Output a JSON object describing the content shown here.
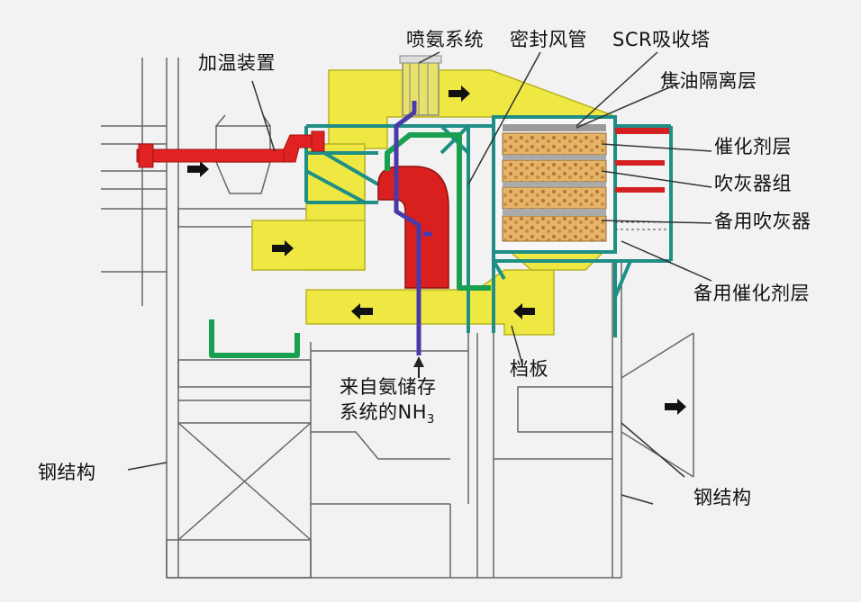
{
  "labels": {
    "heating_device": "加温装置",
    "ammonia_injection": "喷氨系统",
    "seal_air_duct": "密封风管",
    "scr_tower": "SCR吸收塔",
    "coke_oil_layer": "焦油隔离层",
    "catalyst_layer": "催化剂层",
    "soot_blower_group": "吹灰器组",
    "spare_soot_blower": "备用吹灰器",
    "spare_catalyst_layer": "备用催化剂层",
    "damper": "档板",
    "nh3_source_line1": "来自氨储存",
    "nh3_source_line2": "系统的NH",
    "nh3_subscript": "3",
    "steel_structure_left": "钢结构",
    "steel_structure_right": "钢结构"
  },
  "colors": {
    "flue_duct": "#efe843",
    "heater_pipe": "#e02222",
    "ammonia_pipe": "#4a3aa8",
    "steel_frame": "#1f8f86",
    "green_pipe": "#18a050",
    "catalyst_fill": "#d9a860",
    "line": "#555555"
  }
}
